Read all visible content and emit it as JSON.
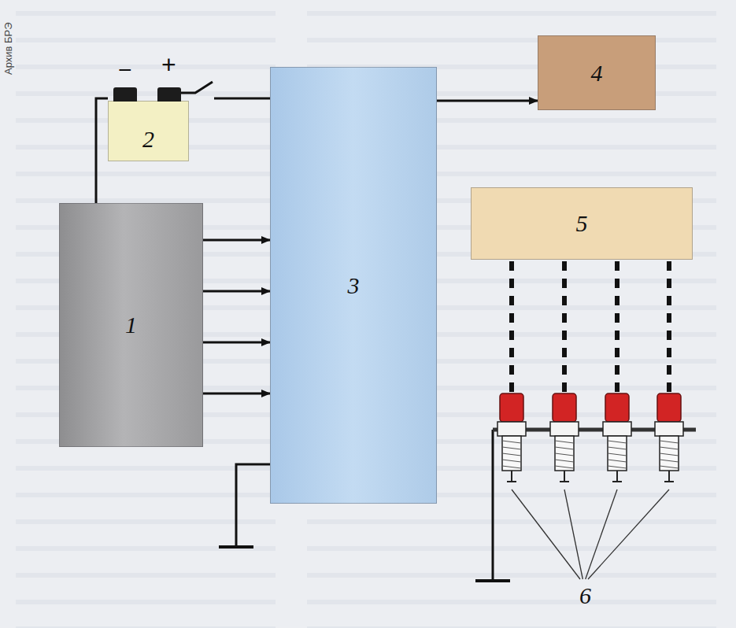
{
  "diagram": {
    "nodes": [
      {
        "text": [
          "1"
        ]
      },
      {
        "text": [
          "2"
        ]
      },
      {
        "text": [
          "3"
        ]
      },
      {
        "text": [
          "4"
        ]
      },
      {
        "text": [
          "5"
        ]
      }
    ],
    "edges": [
      {
        "from": 0,
        "to": 2,
        "arrow": "to"
      },
      {
        "from": 0,
        "to": 2,
        "arrow": "to"
      },
      {
        "from": 0,
        "to": 2,
        "arrow": "to"
      },
      {
        "from": 0,
        "to": 2,
        "arrow": "to"
      },
      {
        "from": 2,
        "to": 3,
        "arrow": "to"
      },
      {
        "from": 1,
        "to": 2,
        "arrow": "none"
      },
      {
        "from": 1,
        "to": 0,
        "arrow": "none"
      }
    ],
    "labels": [
      "Архив БРЭ",
      "−",
      "+",
      "6"
    ]
  }
}
